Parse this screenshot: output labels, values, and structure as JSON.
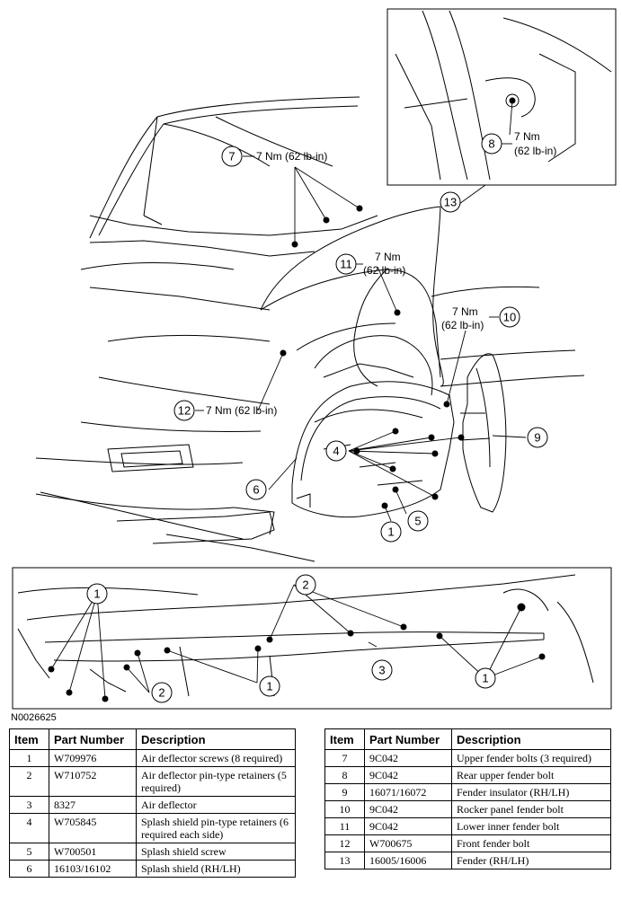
{
  "figure_id": "N0026625",
  "callouts": {
    "c1": "1",
    "c2": "2",
    "c3": "3",
    "c4": "4",
    "c5": "5",
    "c6": "6",
    "c7": "7",
    "c8": "8",
    "c9": "9",
    "c10": "10",
    "c11": "11",
    "c12": "12",
    "c13": "13"
  },
  "torques": {
    "t7": "7 Nm (62 lb-in)",
    "t8a": "7 Nm",
    "t8b": "(62 lb-in)",
    "t11a": "7 Nm",
    "t11b": "(62 lb-in)",
    "t10a": "7 Nm",
    "t10b": "(62 lb-in)",
    "t12": "7 Nm (62 lb-in)"
  },
  "table_headers": {
    "item": "Item",
    "part_number": "Part Number",
    "description": "Description"
  },
  "parts_left": [
    {
      "item": "1",
      "part": "W709976",
      "desc": "Air deflector screws (8 required)"
    },
    {
      "item": "2",
      "part": "W710752",
      "desc": "Air deflector pin-type retainers (5 required)"
    },
    {
      "item": "3",
      "part": "8327",
      "desc": "Air deflector"
    },
    {
      "item": "4",
      "part": "W705845",
      "desc": "Splash shield pin-type retainers (6 required each side)"
    },
    {
      "item": "5",
      "part": "W700501",
      "desc": "Splash shield screw"
    },
    {
      "item": "6",
      "part": "16103/16102",
      "desc": "Splash shield (RH/LH)"
    }
  ],
  "parts_right": [
    {
      "item": "7",
      "part": "9C042",
      "desc": "Upper fender bolts (3 required)"
    },
    {
      "item": "8",
      "part": "9C042",
      "desc": "Rear upper fender bolt"
    },
    {
      "item": "9",
      "part": "16071/16072",
      "desc": "Fender insulator (RH/LH)"
    },
    {
      "item": "10",
      "part": "9C042",
      "desc": "Rocker panel fender bolt"
    },
    {
      "item": "11",
      "part": "9C042",
      "desc": "Lower inner fender bolt"
    },
    {
      "item": "12",
      "part": "W700675",
      "desc": "Front fender bolt"
    },
    {
      "item": "13",
      "part": "16005/16006",
      "desc": "Fender (RH/LH)"
    }
  ]
}
